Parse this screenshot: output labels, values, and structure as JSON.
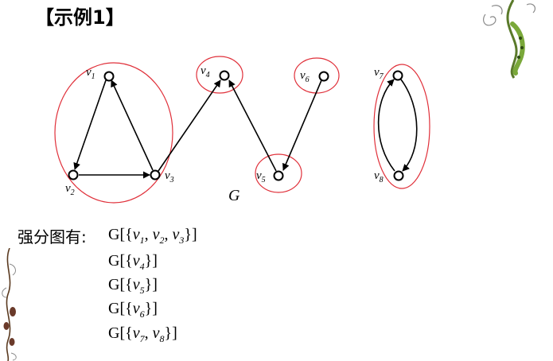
{
  "title": "【示例1】",
  "graph": {
    "name": "G",
    "vertices": [
      {
        "id": "v1",
        "base": "v",
        "sub": "1"
      },
      {
        "id": "v2",
        "base": "v",
        "sub": "2"
      },
      {
        "id": "v3",
        "base": "v",
        "sub": "3"
      },
      {
        "id": "v4",
        "base": "v",
        "sub": "4"
      },
      {
        "id": "v5",
        "base": "v",
        "sub": "5"
      },
      {
        "id": "v6",
        "base": "v",
        "sub": "6"
      },
      {
        "id": "v7",
        "base": "v",
        "sub": "7"
      },
      {
        "id": "v8",
        "base": "v",
        "sub": "8"
      }
    ],
    "edges": [
      {
        "from": "v1",
        "to": "v2"
      },
      {
        "from": "v2",
        "to": "v3"
      },
      {
        "from": "v3",
        "to": "v1"
      },
      {
        "from": "v3",
        "to": "v4"
      },
      {
        "from": "v5",
        "to": "v4"
      },
      {
        "from": "v6",
        "to": "v5"
      },
      {
        "from": "v8",
        "to": "v7"
      },
      {
        "from": "v7",
        "to": "v8"
      }
    ],
    "highlight_color": "#e0303a"
  },
  "result": {
    "heading": "强分图有:",
    "components": [
      {
        "prefix": "G[{",
        "members": [
          "v1",
          "v2",
          "v3"
        ],
        "suffix": "}]"
      },
      {
        "prefix": "G[{",
        "members": [
          "v4"
        ],
        "suffix": "}]"
      },
      {
        "prefix": "G[{",
        "members": [
          "v5"
        ],
        "suffix": "}]"
      },
      {
        "prefix": "G[{",
        "members": [
          "v6"
        ],
        "suffix": "}]"
      },
      {
        "prefix": "G[{",
        "members": [
          "v7",
          "v8"
        ],
        "suffix": "}]"
      }
    ]
  }
}
